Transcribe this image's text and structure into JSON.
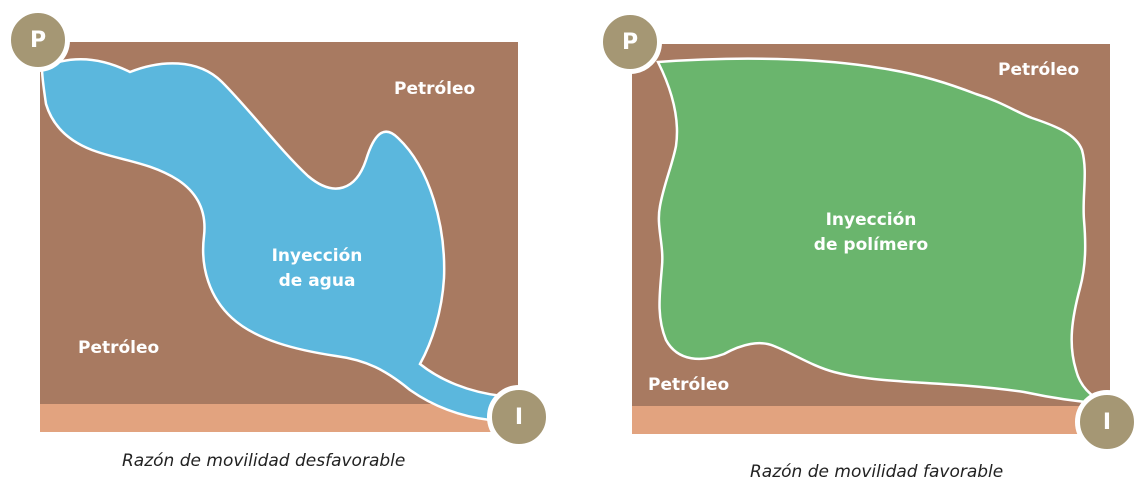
{
  "colors": {
    "oil": "#a87a61",
    "base_layer": "#e2a37f",
    "water": "#5bb7dd",
    "polymer": "#6ab56d",
    "badge": "#a59774",
    "text_white": "#ffffff"
  },
  "left_panel": {
    "injection_label_line1": "Inyección",
    "injection_label_line2": "de agua",
    "oil_label_top": "Petróleo",
    "oil_label_bottom": "Petróleo",
    "badge_top": "P",
    "badge_bottom": "I",
    "caption": "Razón de movilidad desfavorable"
  },
  "right_panel": {
    "injection_label_line1": "Inyección",
    "injection_label_line2": "de polímero",
    "oil_label_top": "Petróleo",
    "oil_label_bottom": "Petróleo",
    "badge_top": "P",
    "badge_bottom": "I",
    "caption": "Razón de movilidad favorable"
  }
}
